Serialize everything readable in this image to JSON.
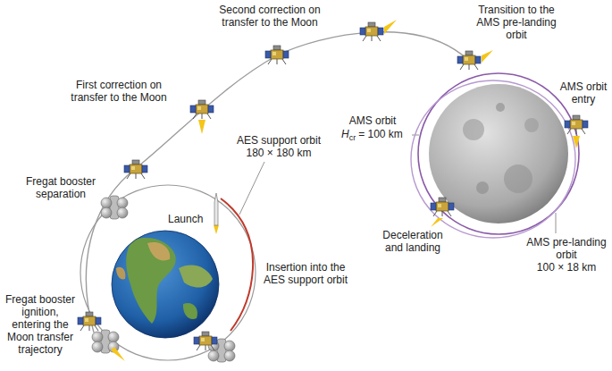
{
  "diagram": {
    "labels": [
      "Second correction on transfer to the Moon",
      "Transition to the AMS pre-landing orbit",
      "First correction on transfer to the Moon",
      "AMS orbit",
      "H",
      "cr",
      "= 100 km",
      "AMS orbit entry",
      "AES support orbit",
      "180 × 180 km",
      "Fregat booster separation",
      "Deceleration and landing",
      "AMS pre-landing orbit",
      "100 × 18 km",
      "Launch",
      "Insertion into the AES support orbit",
      "Fregat booster ignition, entering the Moon transfer trajectory"
    ]
  }
}
